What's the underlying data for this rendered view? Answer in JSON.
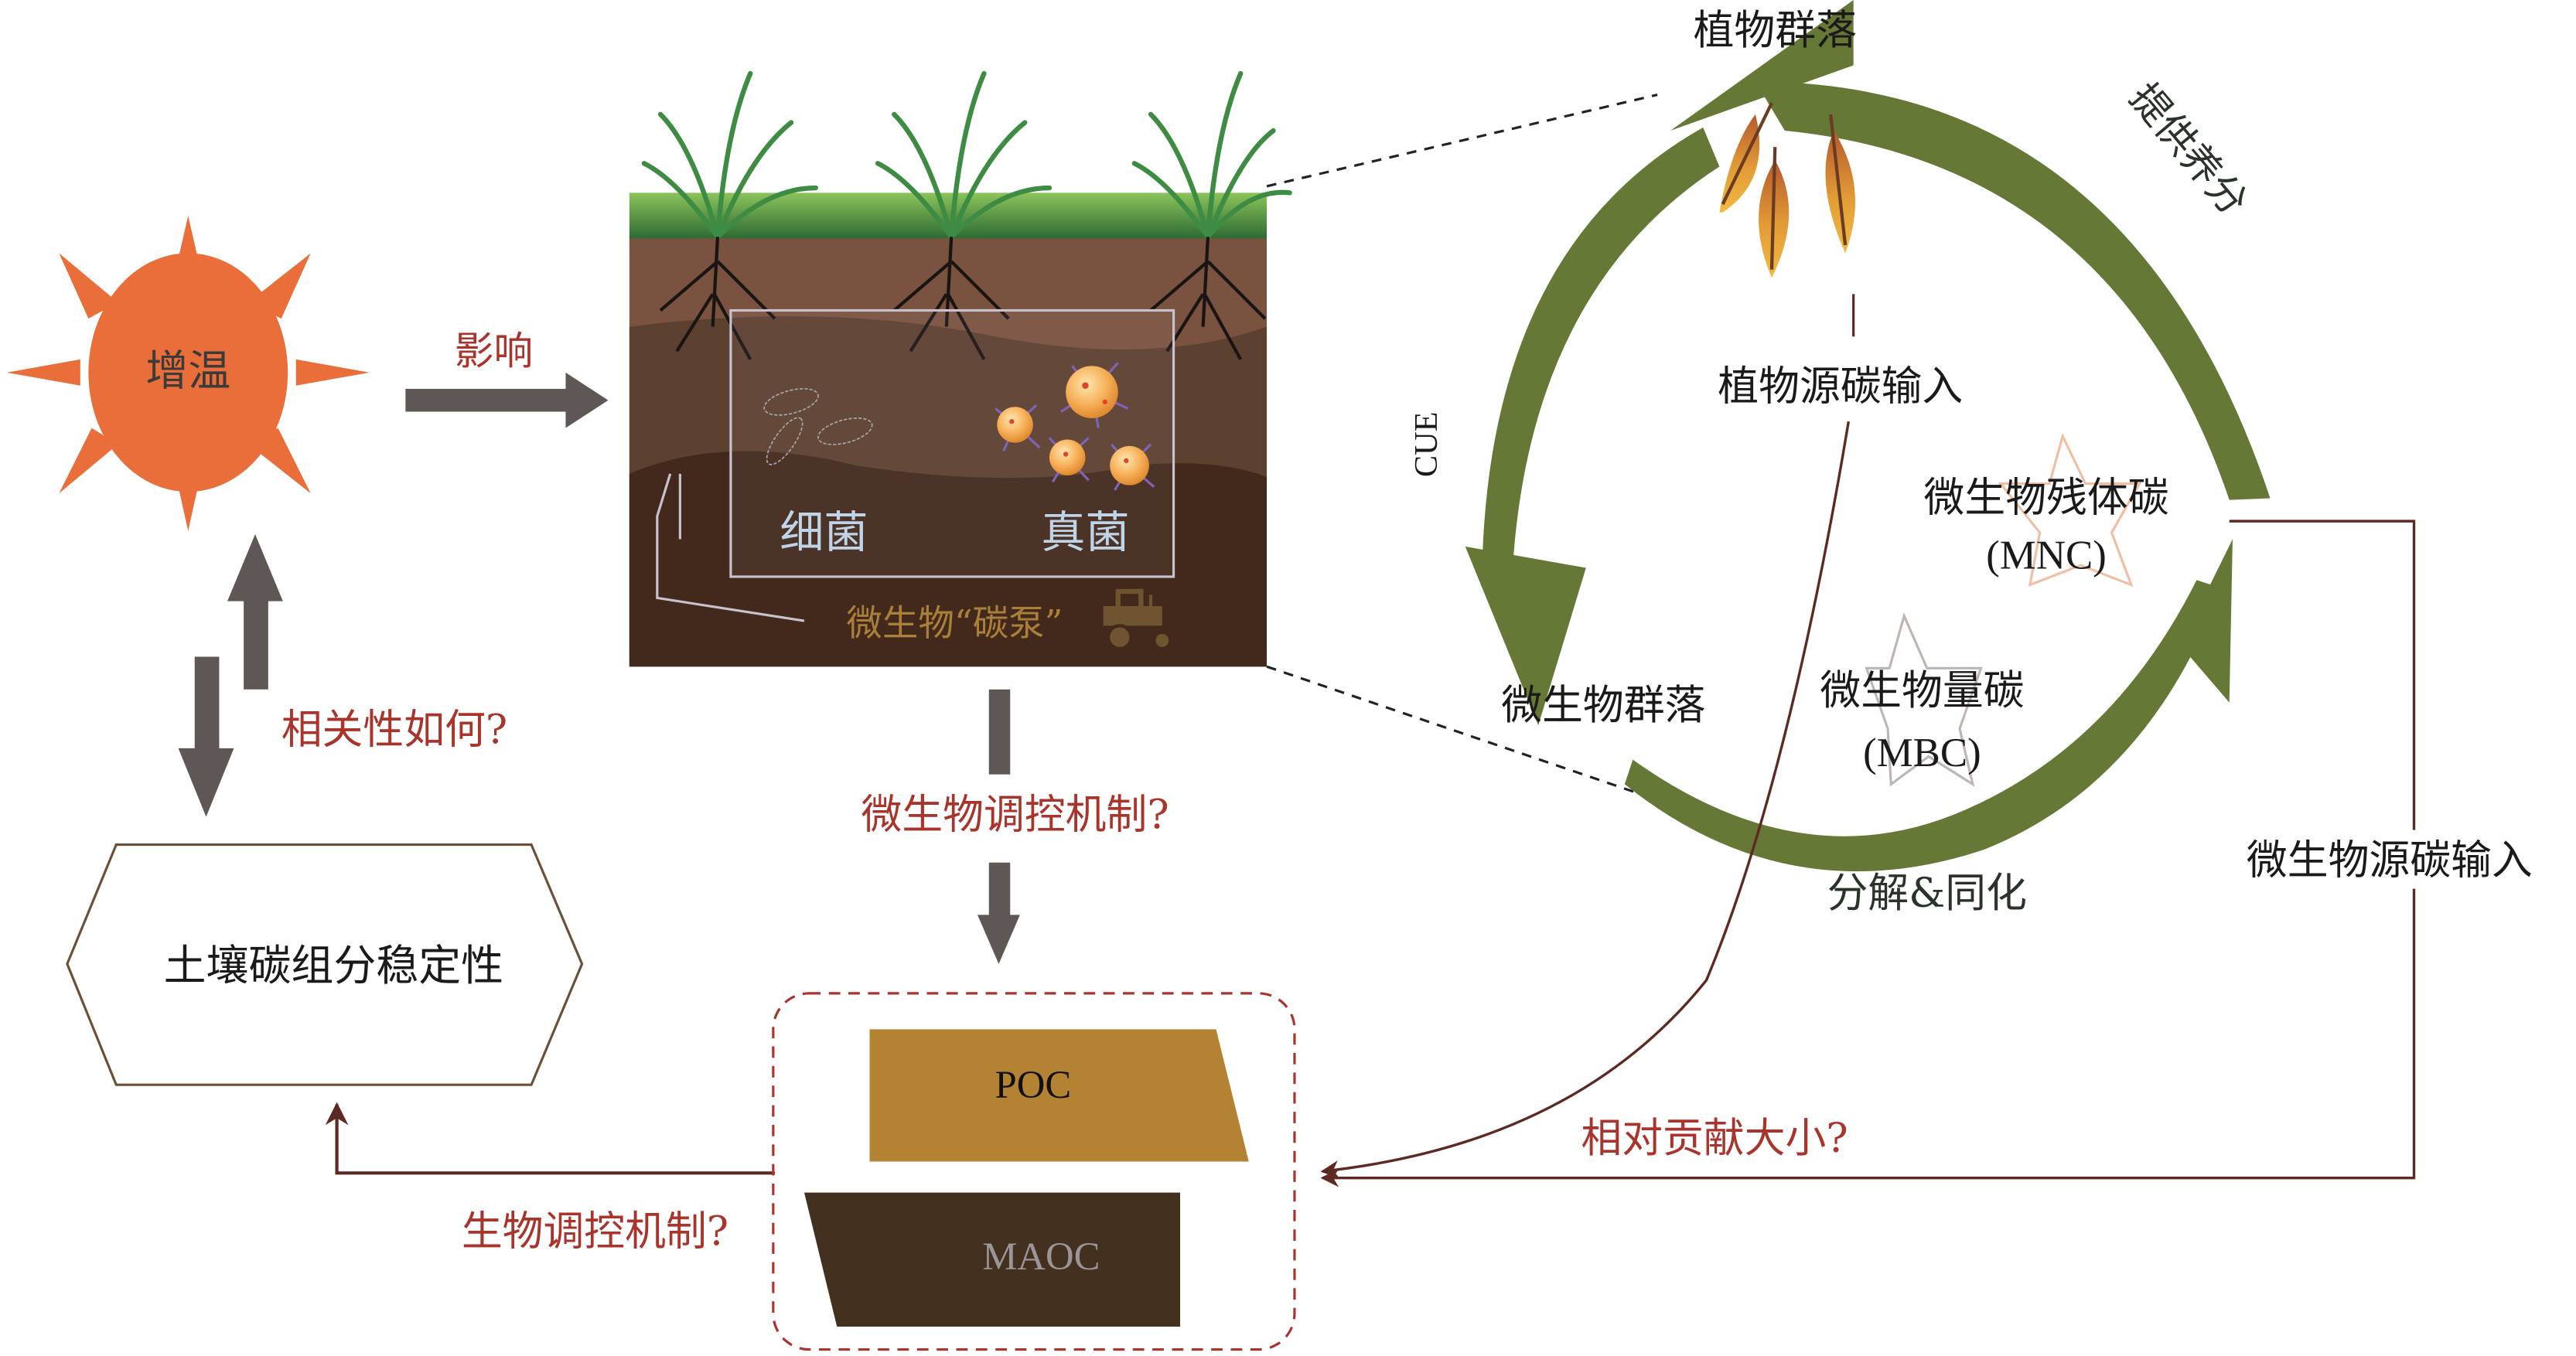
{
  "colors": {
    "sun": "#E96E3A",
    "arrow_gray": "#5F5753",
    "question_red": "#A8342C",
    "cycle_green": "#657836",
    "link_brown": "#5C2A22",
    "soil_top": "#7A5240",
    "soil_mid": "#5C4030",
    "soil_deep": "#42291C",
    "poc_fill": "#B38232",
    "maoc_fill": "#43301F",
    "pump_gold": "#A8803A",
    "label_blue": "#BFD4E6",
    "hex_border": "#6B5038",
    "mnc_star": "#F0BFA3",
    "mbc_star": "#BDB6B2"
  },
  "sun": {
    "label": "增温",
    "icon": "sun-icon"
  },
  "influence_label": "影响",
  "correlation_label": "相关性如何?",
  "soil_panel": {
    "bacteria_label": "细菌",
    "fungi_label": "真菌",
    "carbon_pump_label": "微生物“碳泵”",
    "pump_icon": "tractor-icon"
  },
  "microbial_mechanism_label": "微生物调控机制?",
  "stability_box_label": "土壤碳组分稳定性",
  "bio_mechanism_label": "生物调控机制?",
  "fractions": {
    "poc": "POC",
    "maoc": "MAOC"
  },
  "cycle": {
    "plant_community": "植物群落",
    "provide_nutrients": "提供养分",
    "plant_carbon_input": "植物源碳输入",
    "cue": "CUE",
    "mnc_label": "微生物残体碳",
    "mnc_abbr": "(MNC)",
    "microbial_community": "微生物群落",
    "mbc_label": "微生物量碳",
    "mbc_abbr": "(MBC)",
    "decompose_assimilate": "分解&同化",
    "microbial_carbon_input": "微生物源碳输入"
  },
  "relative_contribution_label": "相对贡献大小?"
}
